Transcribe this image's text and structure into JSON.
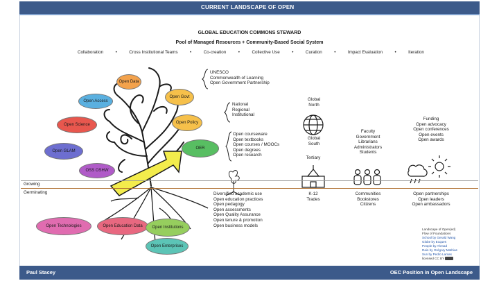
{
  "header": {
    "title": "CURRENT LANDSCAPE OF OPEN"
  },
  "steward": {
    "title": "GLOBAL EDUCATION COMMONS STEWARD",
    "subtitle": "Pool of Managed Resources + Community-Based Social System"
  },
  "processes": [
    "Collaboration",
    "•",
    "Cross Institutional Teams",
    "•",
    "Co-creation",
    "•",
    "Collective Use",
    "•",
    "Curation",
    "•",
    "Impact Evaluation",
    "•",
    "Iteration"
  ],
  "ovals": {
    "open_data": "Open Data",
    "open_access": "Open Access",
    "open_govt": "Open Govt",
    "open_science": "Open Science",
    "open_policy": "Open Policy",
    "open_glam": "Open GLAM",
    "oss": "OSS OSHW",
    "oer": "OER",
    "open_technologies": "Open Technologies",
    "open_education_data": "Open Education Data",
    "open_institutions": "Open Institutions",
    "open_enterprises": "Open Enterprises"
  },
  "govt_list": [
    "UNESCO",
    "Commonwealth of Learning",
    "Open Government Partnership"
  ],
  "policy_list": [
    "National",
    "Regional",
    "Institutional"
  ],
  "oer_list": [
    "Open courseware",
    "Open textbooks",
    "Open courses / MOOCs",
    "Open degrees",
    "Open research"
  ],
  "germinating_list": [
    "Diversified academic use",
    "Open education practices",
    "Open pedagogy",
    "Open assessments",
    "Open Quality Assurance",
    "Open tenure & promotion",
    "Open business models"
  ],
  "scope": {
    "north": "Global North",
    "south": "Global South",
    "tertiary": "Tertiary",
    "k12": "K-12 Trades"
  },
  "people": {
    "upper": [
      "Faculty",
      "Government",
      "Librarians",
      "Administrators",
      "Students"
    ],
    "lower": [
      "Communities",
      "Bookstores",
      "Citizens"
    ]
  },
  "funding": [
    "Funding",
    "Open advocacy",
    "Open conferences",
    "Open events",
    "Open awards"
  ],
  "partners": [
    "Open partnerships",
    "Open leaders",
    "Open ambassadors"
  ],
  "labels": {
    "growing": "Growing",
    "germinating": "Germinating"
  },
  "credits": [
    "Landscape of Open(ed)",
    "Flow of Foundations",
    "School by Gerald Wang",
    "Globe by Ecques",
    "People by Ahmad",
    "Rain by Grégory Mathias",
    "Sun by Pedro Lamas",
    "licensed CC BY"
  ],
  "footer": {
    "left": "Paul Stacey",
    "right": "OEC Position in Open Landscape"
  },
  "colors": {
    "bar": "#3c5a8a",
    "open_data": "#f3a24c",
    "open_access": "#5ab0e0",
    "open_govt": "#f6c04a",
    "open_science": "#e8574e",
    "open_policy": "#f6c04a",
    "open_glam": "#6d6ed0",
    "oss": "#b05bc8",
    "oer": "#58be62",
    "open_technologies": "#e06cb0",
    "open_education_data": "#e86880",
    "open_institutions": "#96ce5e",
    "open_enterprises": "#5cc4b6",
    "arrow": "#f3ec4c"
  }
}
